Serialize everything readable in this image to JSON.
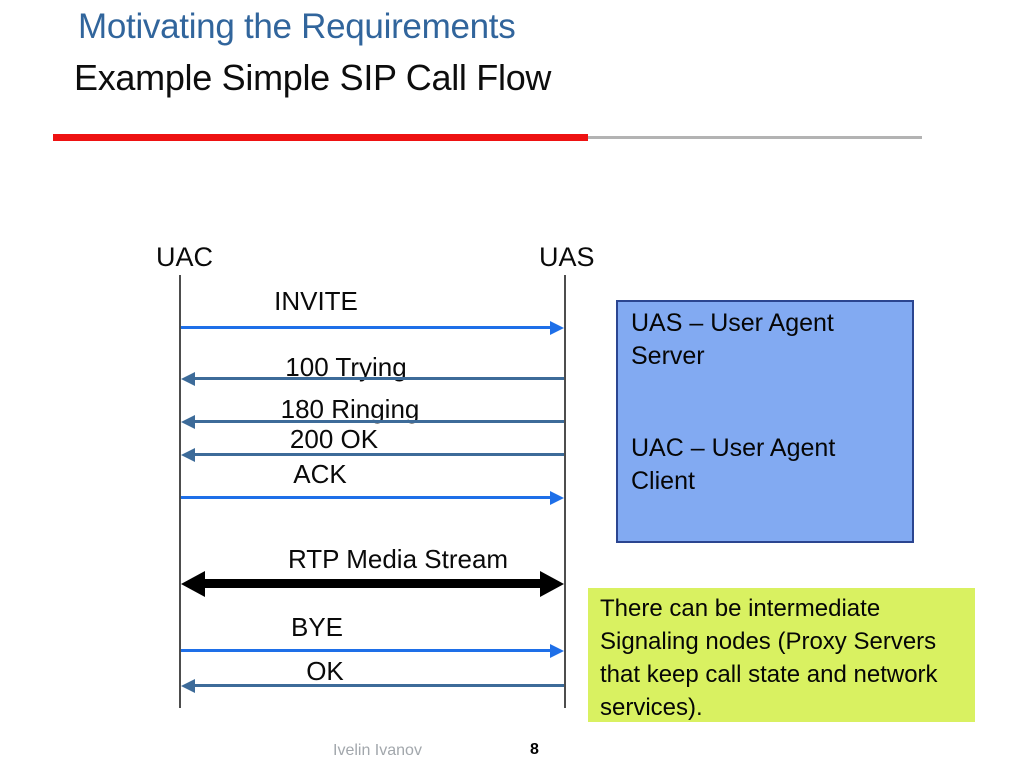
{
  "slide": {
    "title": "Motivating the Requirements",
    "subtitle": "Example Simple SIP Call Flow",
    "footer": {
      "author": "Ivelin Ivanov",
      "page_number": "8"
    }
  },
  "diagram": {
    "type": "sequence",
    "actors": [
      {
        "name": "UAC"
      },
      {
        "name": "UAS"
      }
    ],
    "messages": [
      {
        "label": "INVITE",
        "from": "UAC",
        "to": "UAS",
        "direction": "right",
        "style": "bright-blue"
      },
      {
        "label": "100 Trying",
        "from": "UAS",
        "to": "UAC",
        "direction": "left",
        "style": "steel-blue"
      },
      {
        "label": "180 Ringing",
        "from": "UAS",
        "to": "UAC",
        "direction": "left",
        "style": "steel-blue"
      },
      {
        "label": "200 OK",
        "from": "UAS",
        "to": "UAC",
        "direction": "left",
        "style": "steel-blue"
      },
      {
        "label": "ACK",
        "from": "UAC",
        "to": "UAS",
        "direction": "right",
        "style": "bright-blue"
      },
      {
        "label": "RTP Media Stream",
        "from": "UAC",
        "to": "UAS",
        "direction": "both",
        "style": "thick-black"
      },
      {
        "label": "BYE",
        "from": "UAC",
        "to": "UAS",
        "direction": "right",
        "style": "bright-blue"
      },
      {
        "label": "OK",
        "from": "UAS",
        "to": "UAC",
        "direction": "left",
        "style": "steel-blue"
      }
    ]
  },
  "callouts": {
    "definitions_box": {
      "items": [
        "UAS – User Agent Server",
        "UAC – User Agent Client"
      ],
      "background": "#82aaf2"
    },
    "note_box": {
      "text": "There can be intermediate Signaling nodes (Proxy Servers that keep call state and network services).",
      "background": "#d9f161"
    }
  },
  "colors": {
    "title_blue": "#31659c",
    "accent_red": "#ee1212",
    "rule_gray": "#b3b3b3",
    "arrow_bright_blue": "#1e6fe8",
    "arrow_steel_blue": "#3d6b99",
    "arrow_black": "#000000",
    "lifeline_gray": "#4d4d4d"
  }
}
